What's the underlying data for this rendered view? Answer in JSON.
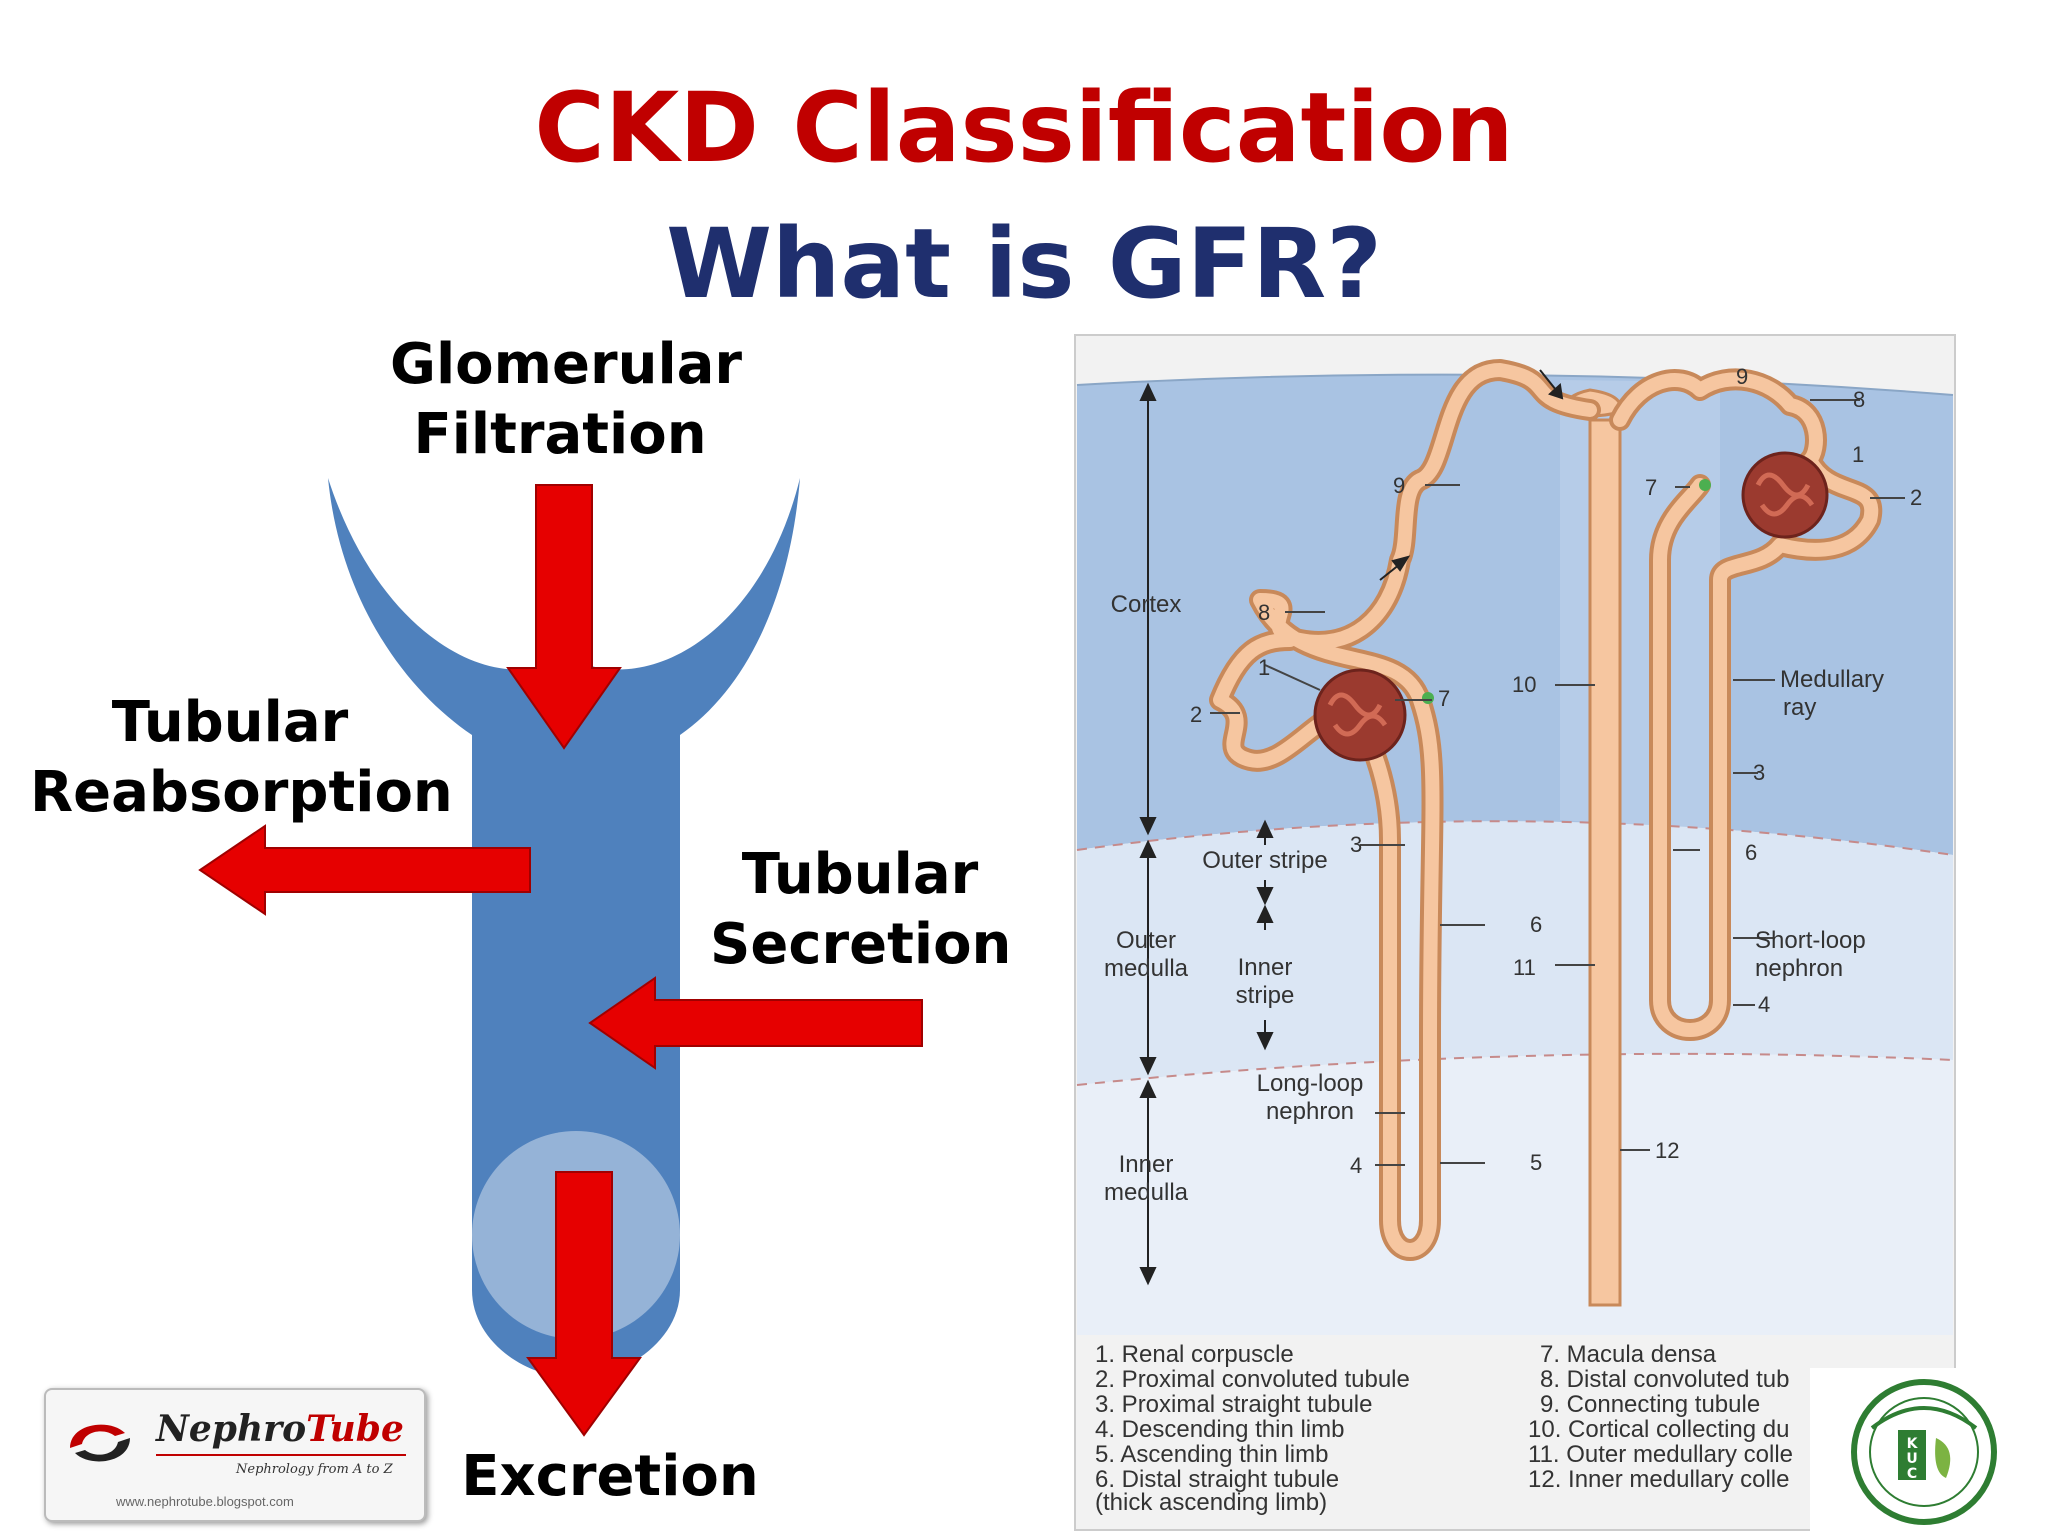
{
  "title": "CKD Classification",
  "subtitle": "What is GFR?",
  "flow": {
    "glomerular": "Glomerular\nFiltration",
    "reabsorption": "Tubular\nReabsorption",
    "secretion": "Tubular\nSecretion",
    "excretion": "Excretion"
  },
  "colors": {
    "title": "#c00000",
    "subtitle": "#1f2f6e",
    "arrow": "#e60000",
    "tube": "#4f81bd",
    "tube_end": "#95b3d7",
    "nephron": "#f6c6a0",
    "cortex_bg": "#a9c3e3",
    "medulla_bg": "#dbe6f4"
  },
  "figure": {
    "regions": {
      "cortex": "Cortex",
      "outer_stripe": "Outer stripe",
      "outer_medulla": "Outer\nmedulla",
      "inner_stripe": "Inner\nstripe",
      "inner_medulla": "Inner\nmedulla",
      "medullary_ray": "Medullary\nray",
      "short_loop": "Short-loop\nnephron",
      "long_loop": "Long-loop\nnephron"
    },
    "numbers": {
      "n1": "1",
      "n2": "2",
      "n3": "3",
      "n4": "4",
      "n5": "5",
      "n6": "6",
      "n7": "7",
      "n8": "8",
      "n9": "9",
      "n10": "10",
      "n11": "11",
      "n12": "12"
    },
    "legend_left": [
      "1.   Renal corpuscle",
      "2.   Proximal convoluted tubule",
      "3.   Proximal straight tubule",
      "4.   Descending thin limb",
      "5.   Ascending thin limb",
      "6.   Distal straight tubule",
      "       (thick ascending limb)"
    ],
    "legend_right": [
      "7. Macula densa",
      "8. Distal convoluted tub",
      "9. Connecting tubule",
      "10. Cortical collecting du",
      "11. Outer medullary colle",
      "12. Inner medullary colle"
    ]
  },
  "logo": {
    "name_a": "Nephro",
    "name_b": "Tube",
    "tagline": "Nephrology from A to Z",
    "url": "www.nephrotube.blogspot.com"
  },
  "kuc_logo": {
    "letters": "KUC"
  }
}
